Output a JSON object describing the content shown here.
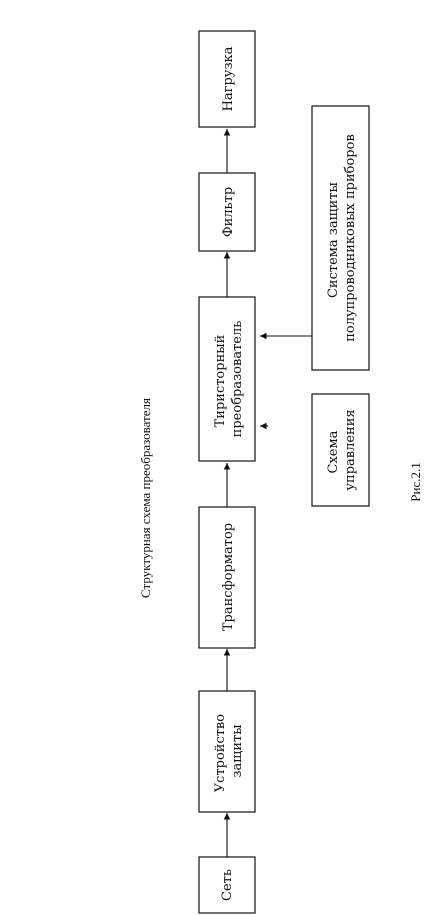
{
  "title": "Структурная схема преобразователя",
  "figure_label": "Рис.2.1",
  "blocks": {
    "set": [
      "Сеть"
    ],
    "protect": [
      "Устройство",
      "защиты"
    ],
    "transformer": [
      "Трансформатор"
    ],
    "thyristor": [
      "Тиристорный",
      "преобразователь"
    ],
    "filter": [
      "Фильтр"
    ],
    "load": [
      "Нагрузка"
    ],
    "control": [
      "Схема",
      "управления"
    ],
    "semi_protect": [
      "Система защиты",
      "полупроводниковых приборов"
    ]
  }
}
